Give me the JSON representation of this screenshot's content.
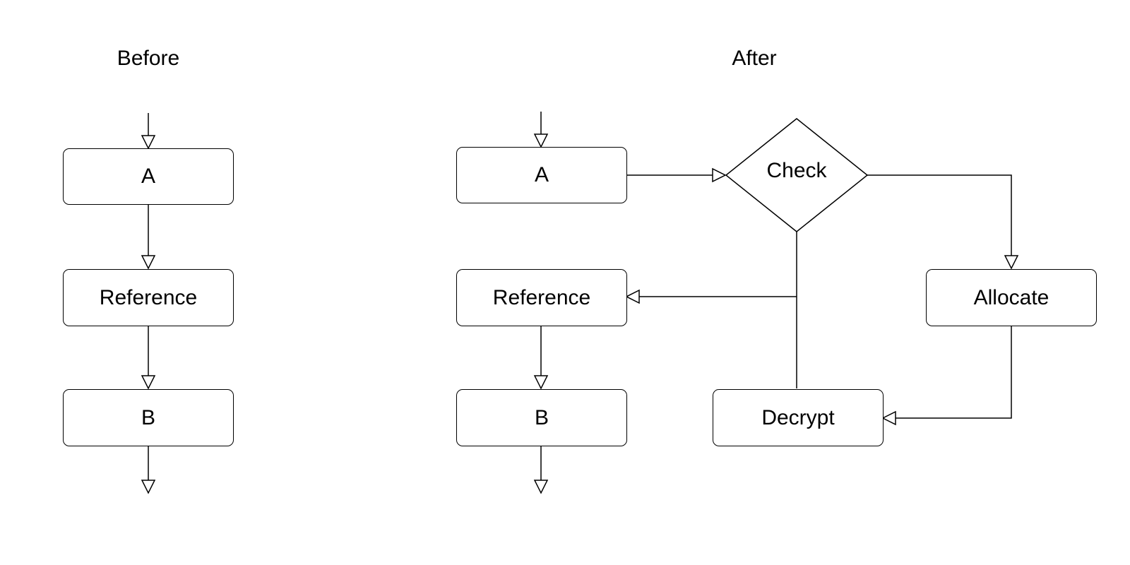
{
  "before": {
    "title": "Before",
    "nodes": {
      "a": "A",
      "reference": "Reference",
      "b": "B"
    }
  },
  "after": {
    "title": "After",
    "nodes": {
      "a": "A",
      "check": "Check",
      "reference": "Reference",
      "b": "B",
      "allocate": "Allocate",
      "decrypt": "Decrypt"
    }
  },
  "colors": {
    "stroke": "#000000",
    "fill": "#ffffff",
    "background": "#ffffff"
  }
}
